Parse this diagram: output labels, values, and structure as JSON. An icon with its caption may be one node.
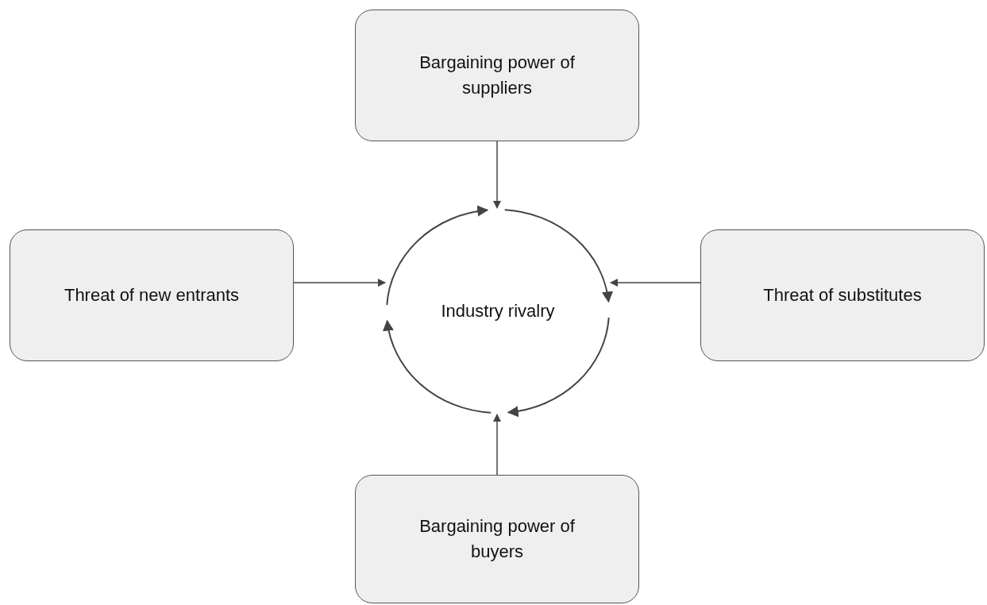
{
  "diagram": {
    "nodes": [
      {
        "text": [
          "Industry rivalry"
        ]
      },
      {
        "text": [
          "Bargaining power of suppliers"
        ]
      },
      {
        "text": [
          "Threat of new entrants"
        ]
      },
      {
        "text": [
          "Threat of substitutes"
        ]
      },
      {
        "text": [
          "Bargaining power of buyers"
        ]
      }
    ],
    "edges": [
      {
        "from": 1,
        "to": 0,
        "arrow": "to"
      },
      {
        "from": 2,
        "to": 0,
        "arrow": "to"
      },
      {
        "from": 3,
        "to": 0,
        "arrow": "to"
      },
      {
        "from": 4,
        "to": 0,
        "arrow": "to"
      }
    ]
  }
}
